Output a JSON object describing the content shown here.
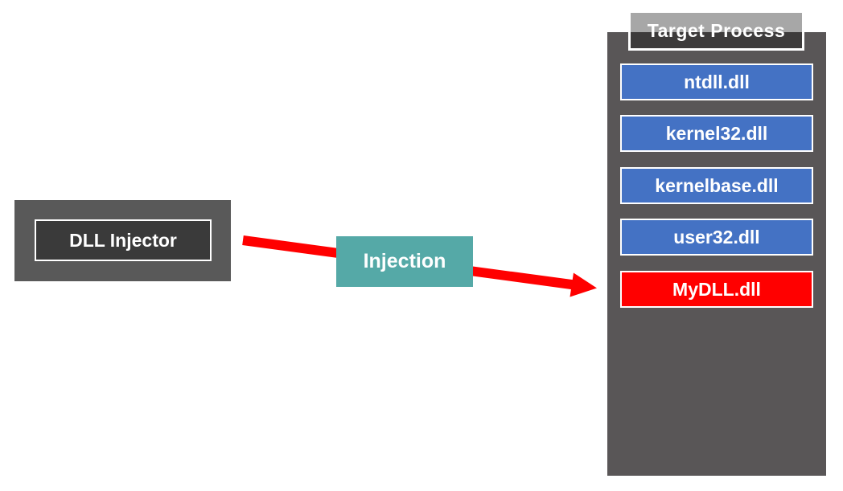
{
  "injector": {
    "label": "DLL Injector"
  },
  "arrow": {
    "label": "Injection"
  },
  "target": {
    "title": "Target Process",
    "modules": [
      {
        "label": "ntdll.dll",
        "color": "#4472C4"
      },
      {
        "label": "kernel32.dll",
        "color": "#4472C4"
      },
      {
        "label": "kernelbase.dll",
        "color": "#4472C4"
      },
      {
        "label": "user32.dll",
        "color": "#4472C4"
      },
      {
        "label": "MyDLL.dll",
        "color": "#FF0000"
      }
    ]
  },
  "colors": {
    "column": "#595657",
    "injector_outer": "#595959",
    "injector_inner": "#3A3A3A",
    "injection_box": "#55A9A7",
    "arrow": "#FF0000",
    "module_system": "#4472C4",
    "module_injected": "#FF0000"
  }
}
